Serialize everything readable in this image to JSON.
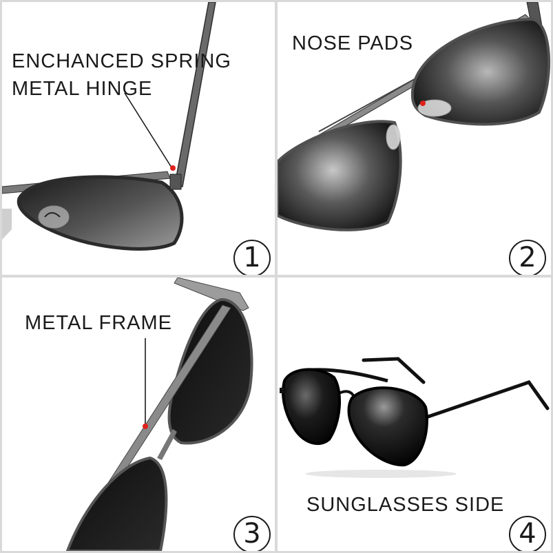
{
  "panels": [
    {
      "label_line1": "ENCHANCED SPRING",
      "label_line2": "METAL HINGE",
      "number": "1"
    },
    {
      "label": "NOSE  PADS",
      "number": "2"
    },
    {
      "label": "METAL  FRAME",
      "number": "3"
    },
    {
      "label": "SUNGLASSES  SIDE",
      "number": "4"
    }
  ],
  "colors": {
    "background": "#ffffff",
    "divider": "#d9d9d9",
    "text": "#1a1a1a",
    "marker": "#e0201a",
    "frame_metal": "#707070",
    "lens_dark": "#141414"
  }
}
